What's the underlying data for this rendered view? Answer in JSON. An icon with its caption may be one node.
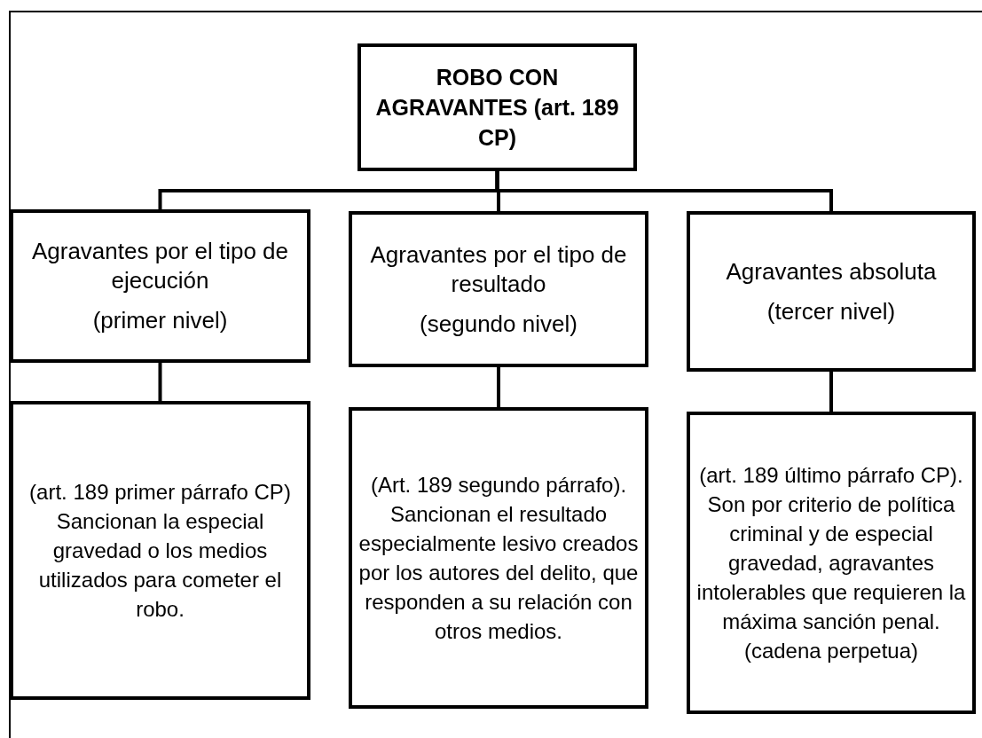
{
  "diagram": {
    "nodes": [
      {
        "text": [
          "ROBO CON AGRAVANTES (art. 189 CP)"
        ]
      },
      {
        "text": [
          "Agravantes por el tipo de ejecución",
          "(primer nivel)"
        ]
      },
      {
        "text": [
          "Agravantes por el tipo de resultado",
          "(segundo nivel)"
        ]
      },
      {
        "text": [
          "Agravantes absoluta",
          "(tercer nivel)"
        ]
      },
      {
        "text": [
          "(art. 189 primer párrafo CP) Sancionan la especial gravedad o los medios utilizados para cometer el robo."
        ]
      },
      {
        "text": [
          "(Art. 189 segundo párrafo). Sancionan el resultado especialmente lesivo creados por los autores del delito, que responden a su relación con otros medios."
        ]
      },
      {
        "text": [
          "(art. 189 último párrafo CP). Son por criterio de política criminal y de especial gravedad, agravantes intolerables que requieren la máxima sanción penal. (cadena perpetua)"
        ]
      }
    ],
    "edges": [
      {
        "from": 0,
        "to": 1,
        "arrow": "none"
      },
      {
        "from": 0,
        "to": 2,
        "arrow": "none"
      },
      {
        "from": 0,
        "to": 3,
        "arrow": "none"
      },
      {
        "from": 1,
        "to": 4,
        "arrow": "none"
      },
      {
        "from": 2,
        "to": 5,
        "arrow": "none"
      },
      {
        "from": 3,
        "to": 6,
        "arrow": "none"
      }
    ]
  }
}
